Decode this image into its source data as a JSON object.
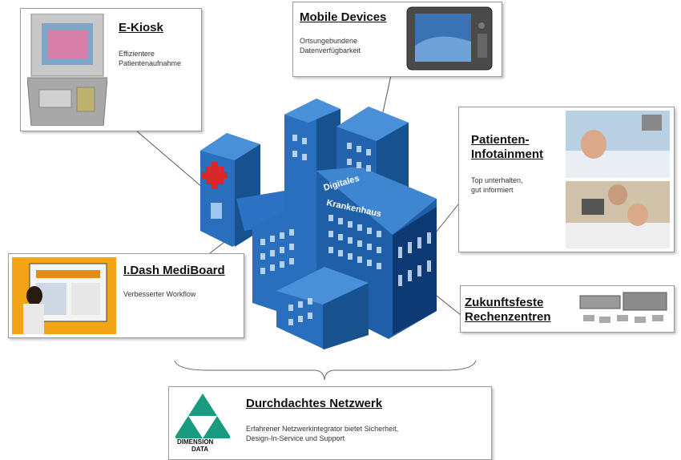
{
  "building_sign": [
    "Digitales",
    "Krankenhaus"
  ],
  "ekiosk": {
    "title": "E-Kiosk",
    "desc1": "Effizientere",
    "desc2": "Patientenaufnahme"
  },
  "mobile": {
    "title": "Mobile Devices",
    "desc1": "Ortsungebundene",
    "desc2": "Datenverfügbarkeit"
  },
  "infotainment": {
    "title1": "Patienten-",
    "title2": "Infotainment",
    "desc1": "Top unterhalten,",
    "desc2": "gut informiert"
  },
  "mediboard": {
    "title": "I.Dash MediBoard",
    "desc": "Verbesserter Workflow"
  },
  "datacenter": {
    "title1": "Zukunftsfeste",
    "title2": "Rechenzentren"
  },
  "network": {
    "title": "Durchdachtes Netzwerk",
    "desc1": "Erfahrener Netzwerkintegrator bietet Sicherheit,",
    "desc2": "Design-In-Service und Support",
    "logo_line1": "DIMENSION",
    "logo_line2": "DATA"
  },
  "colors": {
    "building_blue": "#1f5fa8",
    "building_dark": "#0d3a75",
    "building_light": "#3f86d1",
    "logo_green": "#1a9a7e"
  }
}
